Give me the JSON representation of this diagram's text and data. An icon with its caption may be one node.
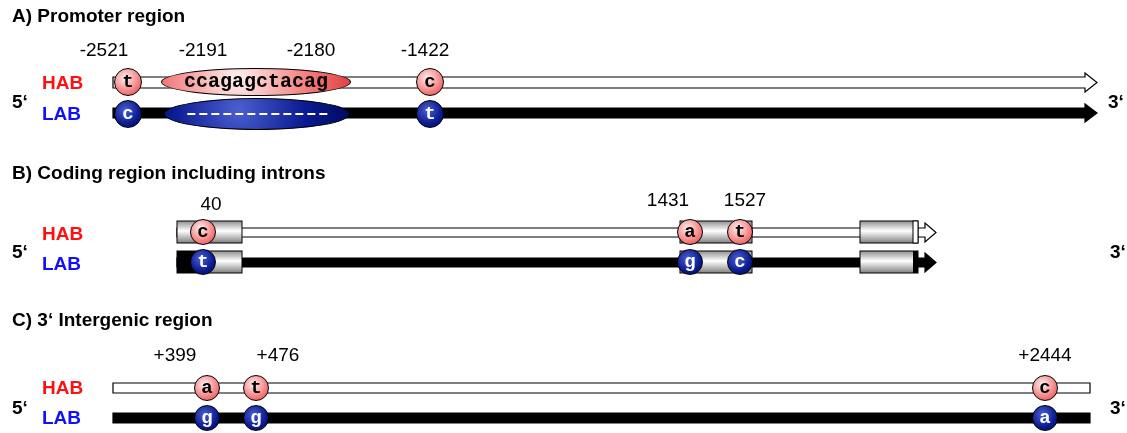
{
  "diagram": {
    "nodes": [
      {
        "text": [
          "t"
        ]
      },
      {
        "text": [
          "ccagagctacag"
        ]
      },
      {
        "text": [
          "c"
        ]
      },
      {
        "text": [
          "c"
        ]
      },
      {
        "text": [],
        "shape": "ellipse"
      },
      {
        "text": [
          "t"
        ]
      },
      {
        "text": [
          "c"
        ]
      },
      {
        "text": [
          "a"
        ]
      },
      {
        "text": [
          "t"
        ]
      },
      {
        "text": [
          "t"
        ]
      },
      {
        "text": [
          "g"
        ]
      },
      {
        "text": [
          "c"
        ]
      },
      {
        "text": [
          "a"
        ]
      },
      {
        "text": [
          "t"
        ]
      },
      {
        "text": [
          "c"
        ]
      },
      {
        "text": [
          "g"
        ]
      },
      {
        "text": [
          "g"
        ]
      },
      {
        "text": [
          "a"
        ]
      }
    ],
    "labels": [
      "A) Promoter region",
      "-2521",
      "-2191",
      "-2180",
      "-1422",
      "HAB",
      "5‘",
      "LAB",
      "3‘",
      "B) Coding region including introns",
      "40",
      "1431",
      "1527",
      "HAB",
      "5‘",
      "LAB",
      "3‘",
      "C) 3‘ Intergenic region",
      "+399",
      "+476",
      "+2444",
      "HAB",
      "5‘",
      "LAB",
      "3‘"
    ]
  }
}
